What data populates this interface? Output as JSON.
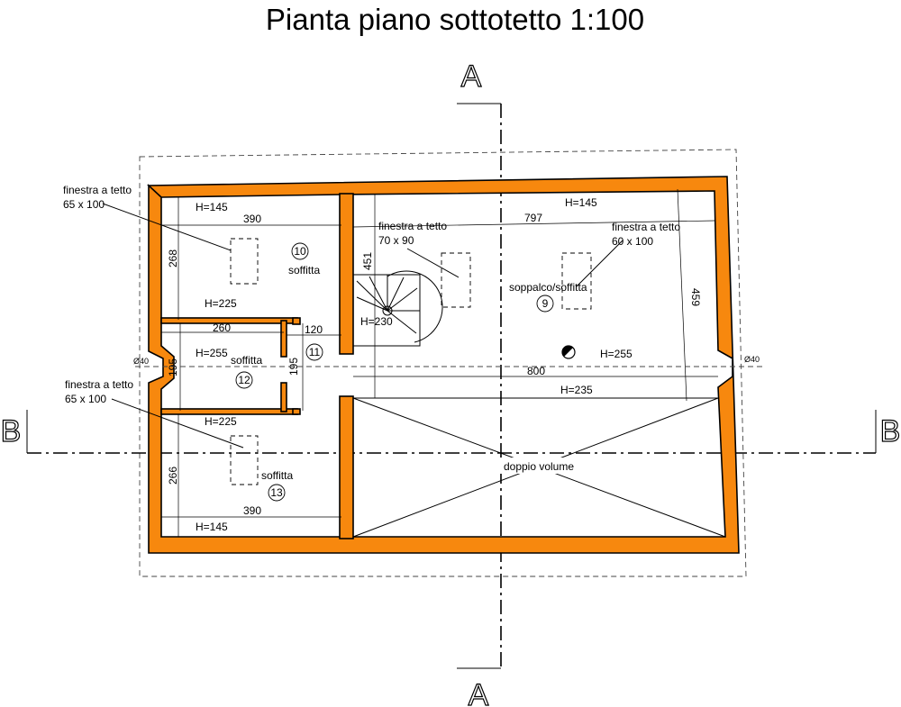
{
  "title": "Pianta piano sottotetto 1:100",
  "section_markers": {
    "a_top": "A",
    "a_bottom": "A",
    "b_left": "B",
    "b_right": "B"
  },
  "rooms": {
    "r10": {
      "number": "10",
      "name": "soffitta"
    },
    "r12": {
      "number": "12",
      "name": "soffitta"
    },
    "r13": {
      "number": "13",
      "name": "soffitta"
    },
    "r11": {
      "number": "11"
    },
    "r9": {
      "number": "9",
      "name": "soppalco/soffitta"
    }
  },
  "windows": {
    "w10": {
      "line1": "finestra a tetto",
      "line2": "65 x 100"
    },
    "w13": {
      "line1": "finestra a tetto",
      "line2": "65 x 100"
    },
    "w9a": {
      "line1": "finestra a tetto",
      "line2": "70 x 90"
    },
    "w9b": {
      "line1": "finestra a tetto",
      "line2": "60 x 100"
    }
  },
  "heights": {
    "h10_top": "H=145",
    "h10_bot": "H=225",
    "h12": "H=255",
    "h13_top": "H=225",
    "h13_bot": "H=145",
    "h9_top": "H=145",
    "h_stair": "H=230",
    "h9_mid": "H=255",
    "h9_low": "H=235"
  },
  "dimensions": {
    "d390_top": "390",
    "d268": "268",
    "d260": "260",
    "d120": "120",
    "d195_left": "195",
    "d195_mid": "195",
    "d266": "266",
    "d390_bot": "390",
    "d451": "451",
    "d797": "797",
    "d459": "459",
    "d800": "800",
    "dia_left": "Ø40",
    "dia_right": "Ø40"
  },
  "double_volume": "doppio volume"
}
